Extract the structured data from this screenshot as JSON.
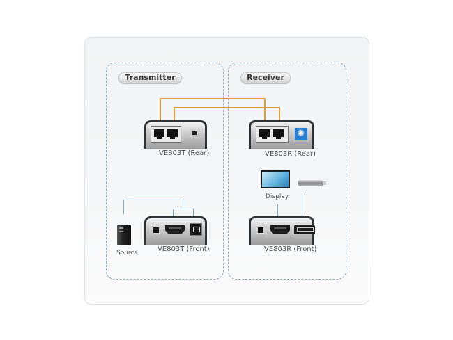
{
  "diagram": {
    "zones": [
      {
        "label": "Transmitter"
      },
      {
        "label": "Receiver"
      }
    ],
    "devices": {
      "tx_rear": "VE803T (Rear)",
      "rx_rear": "VE803R (Rear)",
      "tx_front": "VE803T (Front)",
      "rx_front": "VE803R (Front)"
    },
    "peripherals": {
      "source": "Source",
      "display": "Display"
    },
    "colors": {
      "cat_cable": "#e39a3f",
      "signal_cable": "#8aa6b5",
      "zone_border": "#8fa9b8",
      "device_frame": "#2f3234"
    }
  }
}
